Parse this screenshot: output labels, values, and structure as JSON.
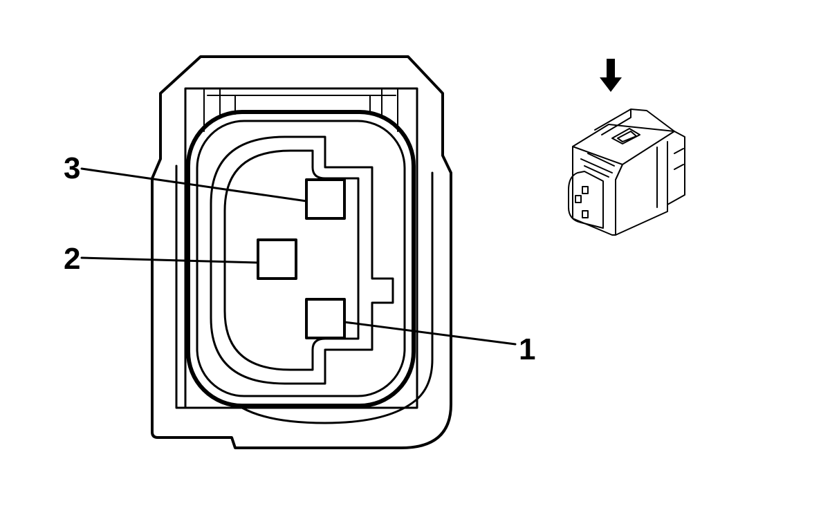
{
  "pins": [
    {
      "number": "1"
    },
    {
      "number": "2"
    },
    {
      "number": "3"
    }
  ],
  "colors": {
    "line": "#000000",
    "background": "#ffffff"
  }
}
